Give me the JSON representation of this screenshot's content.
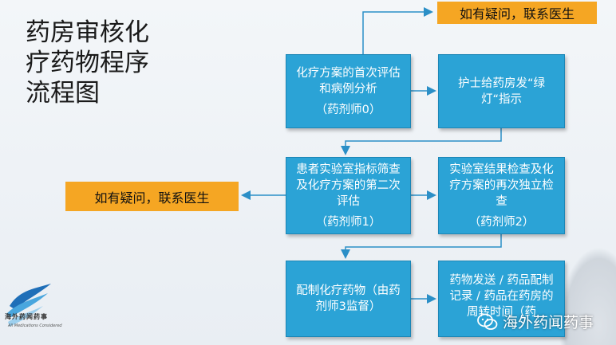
{
  "title": "药房审核化\n疗药物程序\n流程图",
  "note_top": "如有疑问，联系医生",
  "note_left": "如有疑问，联系医生",
  "boxes": {
    "b1": {
      "text": "化疗方案的首次评估和病例分析",
      "role": "（药剂师0）"
    },
    "b2": {
      "text": "护士给药房发“绿灯“指示",
      "role": ""
    },
    "b3": {
      "text": "患者实验室指标筛查及化疗方案的第二次评估",
      "role": "（药剂师1）"
    },
    "b4": {
      "text": "实验室结果检查及化疗方案的再次独立检查",
      "role": "（药剂师2）"
    },
    "b5": {
      "text": "配制化疗药物（由药剂师3监督）",
      "role": ""
    },
    "b6": {
      "text": "药物发送 / 药品配制记录 / 药品在药房的周转时间（药",
      "role": ""
    }
  },
  "watermark": "海外药闻药事",
  "logo": {
    "main": "海外药闻药事",
    "sub": "All Medications Considered"
  },
  "colors": {
    "box": "#2ba3d6",
    "note": "#f5a623",
    "line": "#2b8fc7"
  },
  "icons": {
    "wechat": "wechat-icon",
    "logo": "wave-logo-icon"
  }
}
